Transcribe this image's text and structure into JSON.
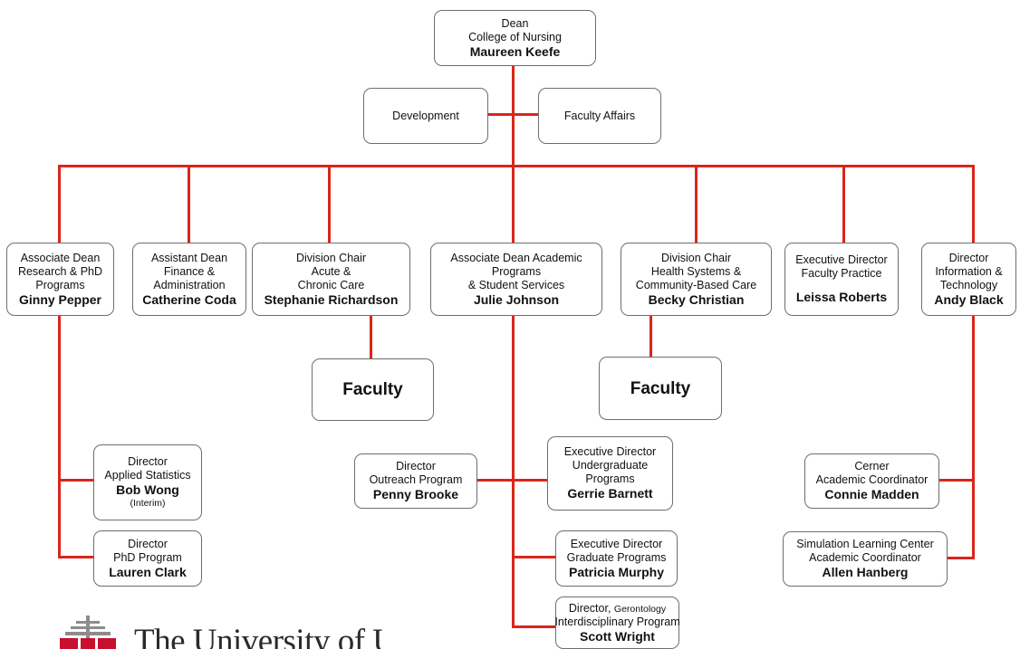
{
  "dean": {
    "title1": "Dean",
    "title2": "College of Nursing",
    "name": "Maureen Keefe"
  },
  "development": {
    "label": "Development"
  },
  "faculty_affairs": {
    "label": "Faculty Affairs"
  },
  "assoc_dean_research": {
    "l1": "Associate Dean",
    "l2": "Research & PhD",
    "l3": "Programs",
    "name": "Ginny Pepper"
  },
  "assistant_dean": {
    "l1": "Assistant Dean",
    "l2": "Finance &",
    "l3": "Administration",
    "name": "Catherine Coda"
  },
  "chair_acute": {
    "l1": "Division Chair",
    "l2": "Acute &",
    "l3": "Chronic Care",
    "name": "Stephanie Richardson"
  },
  "assoc_dean_academic": {
    "l1": "Associate Dean Academic",
    "l2": "Programs",
    "l3": "& Student Services",
    "name": "Julie Johnson"
  },
  "chair_health": {
    "l1": "Division Chair",
    "l2": "Health Systems &",
    "l3": "Community-Based Care",
    "name": "Becky Christian"
  },
  "exec_faculty_practice": {
    "l1": "Executive Director",
    "l2": "Faculty Practice",
    "name": "Leissa Roberts"
  },
  "director_it": {
    "l1": "Director",
    "l2": "Information &",
    "l3": "Technology",
    "name": "Andy Black"
  },
  "faculty_left": {
    "label": "Faculty"
  },
  "faculty_right": {
    "label": "Faculty"
  },
  "dir_stats": {
    "l1": "Director",
    "l2": "Applied Statistics",
    "name": "Bob Wong",
    "note": "(Interim)"
  },
  "dir_phd": {
    "l1": "Director",
    "l2": "PhD Program",
    "name": "Lauren Clark"
  },
  "dir_outreach": {
    "l1": "Director",
    "l2": "Outreach Program",
    "name": "Penny Brooke"
  },
  "exec_undergrad": {
    "l1": "Executive Director",
    "l2": "Undergraduate",
    "l3": "Programs",
    "name": "Gerrie Barnett"
  },
  "exec_grad": {
    "l1": "Executive Director",
    "l2": "Graduate Programs",
    "name": "Patricia Murphy"
  },
  "dir_gerontology": {
    "l1a": "Director, ",
    "l1b": "Gerontology",
    "l2": "Interdisciplinary Program",
    "name": "Scott Wright"
  },
  "cerner": {
    "l1": "Cerner",
    "l2": "Academic Coordinator",
    "name": "Connie Madden"
  },
  "simulation": {
    "l1": "Simulation Learning Center",
    "l2": "Academic Coordinator",
    "name": "Allen Hanberg"
  },
  "logo": {
    "text": "The University of Utah"
  },
  "colors": {
    "connector": "#d9261c",
    "box_border": "#6e6e6e",
    "logo_red": "#c8102e",
    "logo_gray": "#8c8c8c"
  }
}
